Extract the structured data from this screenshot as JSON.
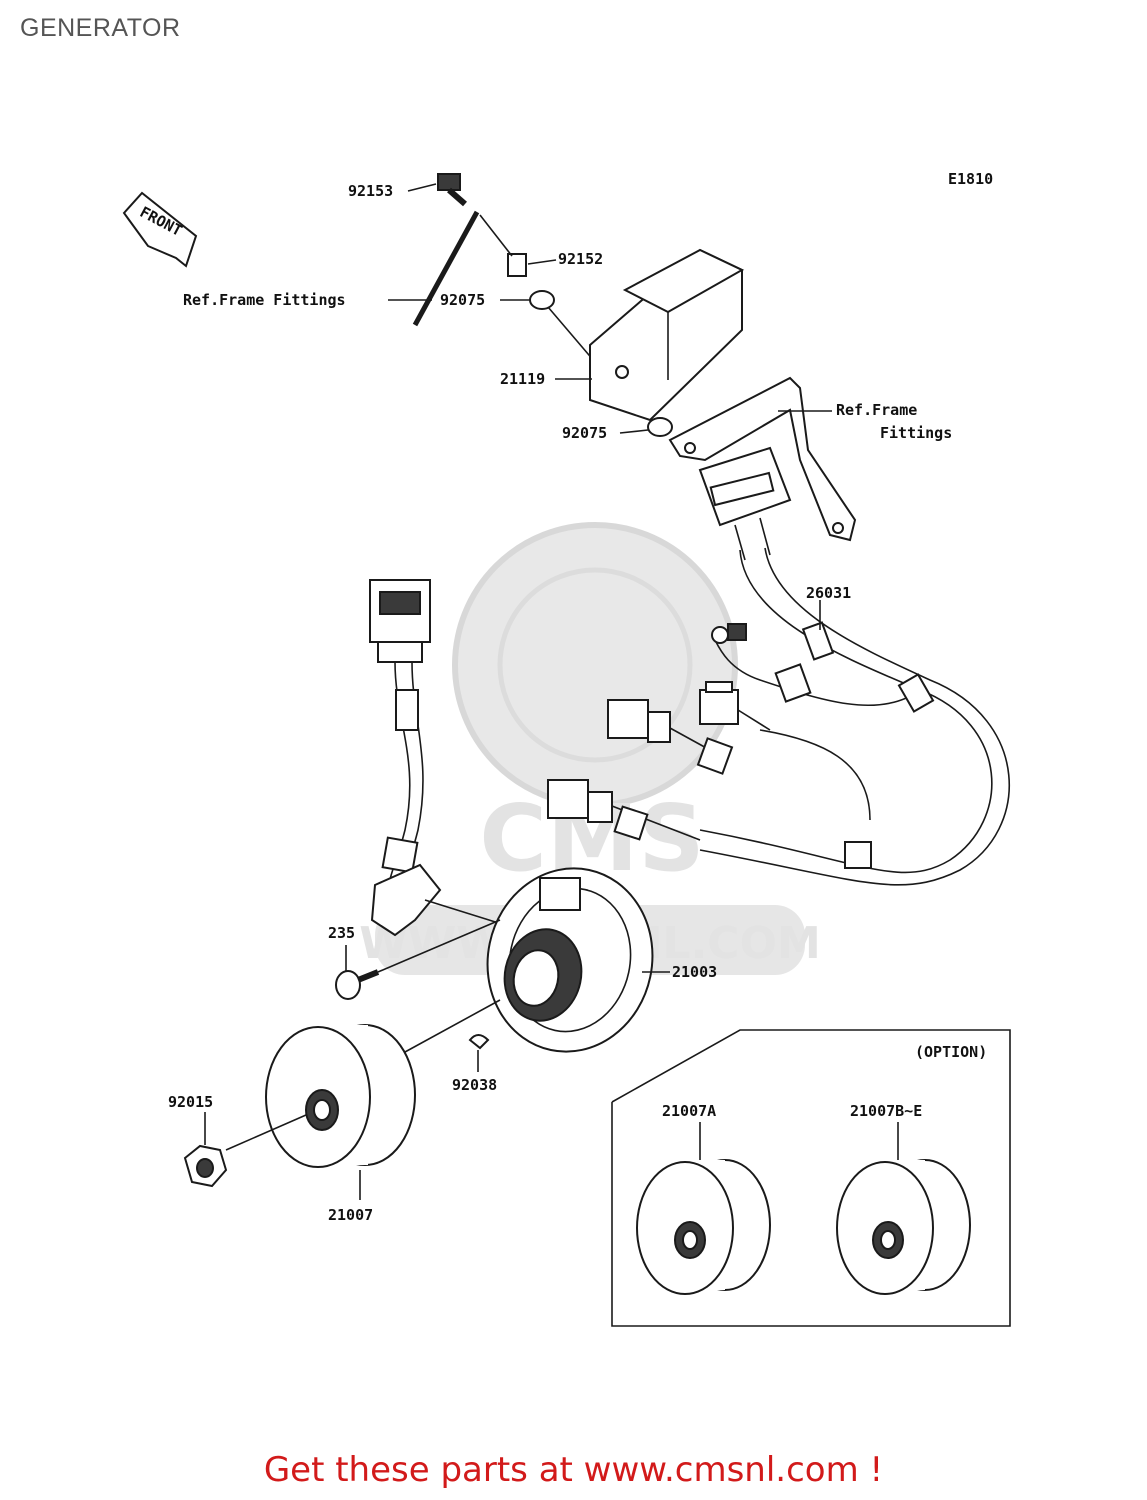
{
  "page": {
    "title": "GENERATOR"
  },
  "diagram": {
    "code": "E1810",
    "direction_label": "FRONT",
    "watermark": "WWW.CMSNL.COM",
    "labels": {
      "p92153": "92153",
      "p92152": "92152",
      "p92075a": "92075",
      "p92075b": "92075",
      "p21119": "21119",
      "ref_frame_1": "Ref.Frame Fittings",
      "ref_frame_2a": "Ref.Frame",
      "ref_frame_2b": "Fittings",
      "p26031": "26031",
      "p235": "235",
      "p21003": "21003",
      "p92038": "92038",
      "p92015": "92015",
      "p21007": "21007",
      "option": "(OPTION)",
      "p21007A": "21007A",
      "p21007BE": "21007B~E"
    }
  },
  "footer": {
    "text": "Get these parts at www.cmsnl.com !"
  }
}
